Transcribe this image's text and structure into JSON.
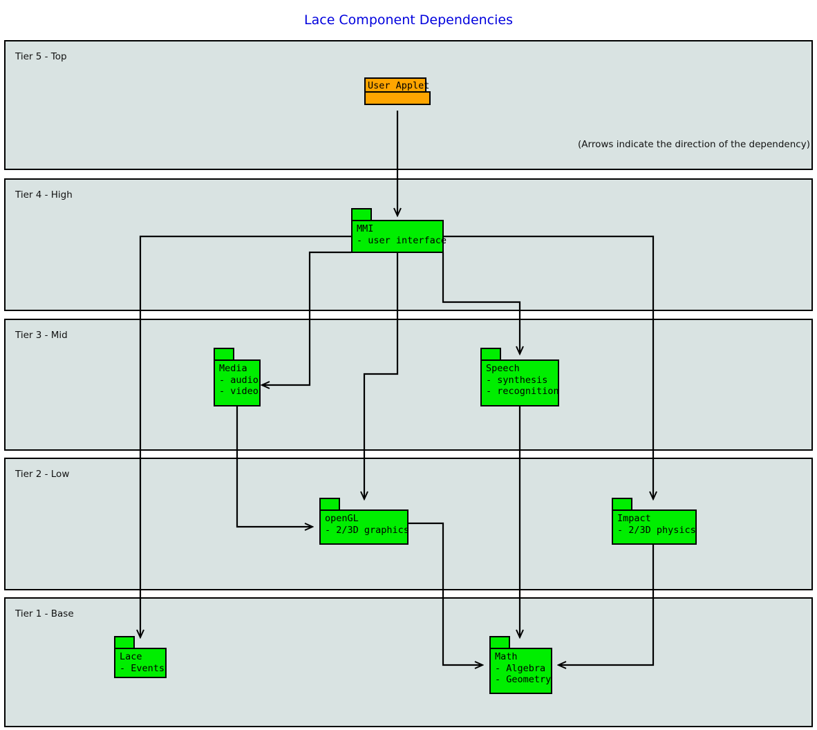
{
  "title": "Lace Component Dependencies",
  "note": "(Arrows indicate the direction of the dependency)",
  "tiers": [
    {
      "id": "tier5",
      "label": "Tier 5 - Top"
    },
    {
      "id": "tier4",
      "label": "Tier 4 - High"
    },
    {
      "id": "tier3",
      "label": "Tier 3 - Mid"
    },
    {
      "id": "tier2",
      "label": "Tier 2 - Low"
    },
    {
      "id": "tier1",
      "label": "Tier 1 - Base"
    }
  ],
  "components": {
    "user_applet": {
      "name": "User Applet",
      "color": "#ffa500"
    },
    "mmi": {
      "name": "MMI",
      "line1": "- user interface",
      "color": "#00ee00"
    },
    "media": {
      "name": "Media",
      "line1": "- audio",
      "line2": "- video",
      "color": "#00ee00"
    },
    "speech": {
      "name": "Speech",
      "line1": "- synthesis",
      "line2": "- recognition",
      "color": "#00ee00"
    },
    "opengl": {
      "name": "openGL",
      "line1": "- 2/3D graphics",
      "color": "#00ee00"
    },
    "impact": {
      "name": "Impact",
      "line1": "- 2/3D physics",
      "color": "#00ee00"
    },
    "lace": {
      "name": "Lace",
      "line1": "- Events",
      "color": "#00ee00"
    },
    "math": {
      "name": "Math",
      "line1": "- Algebra",
      "line2": "- Geometry",
      "color": "#00ee00"
    }
  },
  "dependencies": [
    {
      "from": "user_applet",
      "to": "mmi"
    },
    {
      "from": "mmi",
      "to": "media"
    },
    {
      "from": "mmi",
      "to": "speech"
    },
    {
      "from": "mmi",
      "to": "opengl"
    },
    {
      "from": "mmi",
      "to": "impact"
    },
    {
      "from": "mmi",
      "to": "lace"
    },
    {
      "from": "media",
      "to": "opengl"
    },
    {
      "from": "speech",
      "to": "math"
    },
    {
      "from": "opengl",
      "to": "math"
    },
    {
      "from": "impact",
      "to": "math"
    }
  ],
  "colors": {
    "title": "#0000dd",
    "tier_fill": "#d9e3e2",
    "component_green": "#00ee00",
    "component_orange": "#ffa500",
    "stroke": "#000000"
  }
}
